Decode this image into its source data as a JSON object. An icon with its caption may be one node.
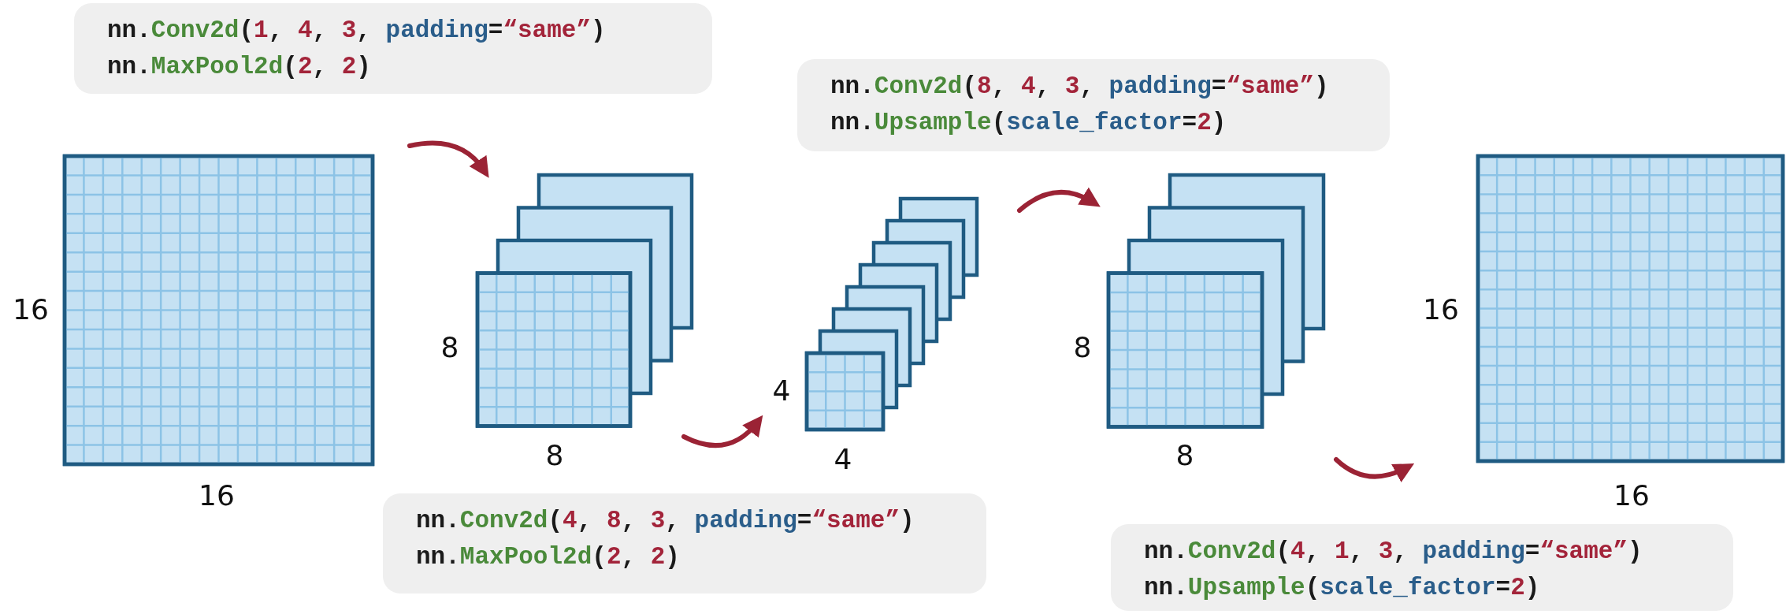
{
  "diagram": {
    "nodes": [
      {
        "text": [
          "nn.Conv2d(1, 4, 3, padding=“same”)",
          "nn.MaxPool2d(2, 2)"
        ]
      },
      {
        "text": [],
        "shape": "box",
        "beside": [
          "16",
          "16"
        ]
      },
      {
        "text": [],
        "shape": "box",
        "beside": [
          "8",
          "8"
        ]
      },
      {
        "text": [],
        "shape": "box",
        "beside": [
          "4",
          "4"
        ]
      },
      {
        "text": [
          "nn.Conv2d(4, 8, 3, padding=“same”)",
          "nn.MaxPool2d(2, 2)"
        ]
      },
      {
        "text": [
          "nn.Conv2d(8, 4, 3, padding=“same”)",
          "nn.Upsample(scale_factor=2)"
        ]
      },
      {
        "text": [],
        "shape": "box",
        "beside": [
          "8",
          "8"
        ]
      },
      {
        "text": [],
        "shape": "box",
        "beside": [
          "16",
          "16"
        ]
      },
      {
        "text": [
          "nn.Conv2d(4, 1, 3, padding=“same”)",
          "nn.Upsample(scale_factor=2)"
        ]
      }
    ],
    "edges": [
      {
        "from": 1,
        "to": 2,
        "arrow": "to"
      },
      {
        "from": 2,
        "to": 3,
        "arrow": "to"
      },
      {
        "from": 3,
        "to": 6,
        "arrow": "to"
      },
      {
        "from": 6,
        "to": 7,
        "arrow": "to"
      }
    ]
  }
}
